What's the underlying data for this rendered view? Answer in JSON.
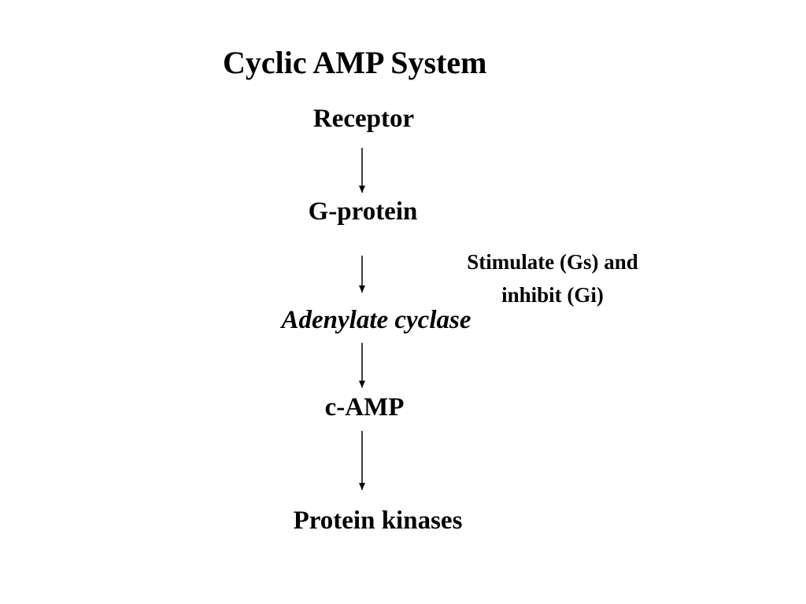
{
  "title": "Cyclic AMP System",
  "nodes": {
    "receptor": "Receptor",
    "g_protein": "G-protein",
    "adenylate_cyclase": "Adenylate cyclase",
    "camp": "c-AMP",
    "protein_kinases": "Protein kinases"
  },
  "annotation": {
    "line1": "Stimulate (Gs) and",
    "line2": "inhibit (Gi)"
  },
  "colors": {
    "text": "#000000",
    "arrow": "#000000",
    "background": "#ffffff"
  }
}
